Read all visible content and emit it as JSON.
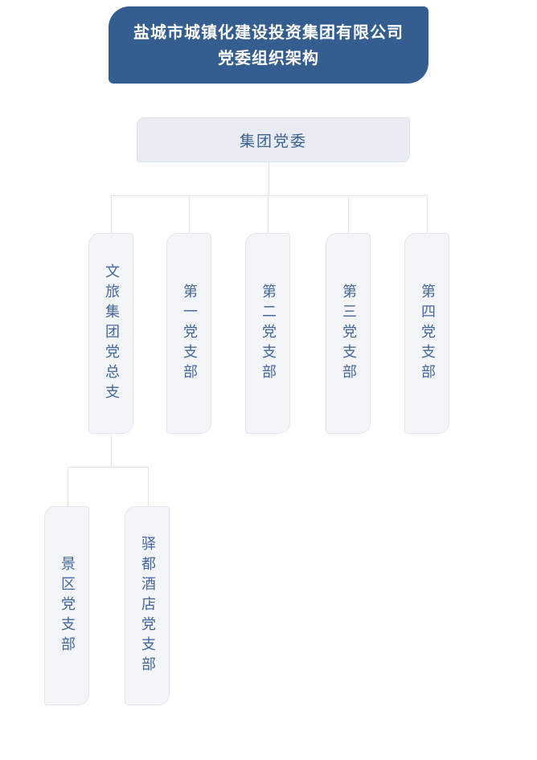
{
  "header": {
    "title_line1": "盐城市城镇化建设投资集团有限公司",
    "title_line2": "党委组织架构",
    "background_color": "#345e8f",
    "text_color": "#ffffff"
  },
  "tree": {
    "root": {
      "label": "集团党委"
    },
    "children": [
      {
        "label": "文旅集团党总支",
        "children": [
          {
            "label": "景区党支部"
          },
          {
            "label": "驿都酒店党支部"
          }
        ]
      },
      {
        "label": "第一党支部"
      },
      {
        "label": "第二党支部"
      },
      {
        "label": "第三党支部"
      },
      {
        "label": "第四党支部"
      }
    ]
  },
  "colors": {
    "banner_background": "#345e8f",
    "root_node_background": "#e9edf3",
    "node_background": "#f3f5f9",
    "node_border": "#e3e7ee",
    "node_text": "#44689e",
    "root_text": "#3a6094",
    "connector_line": "#e3e5ea",
    "page_background": "#ffffff"
  }
}
